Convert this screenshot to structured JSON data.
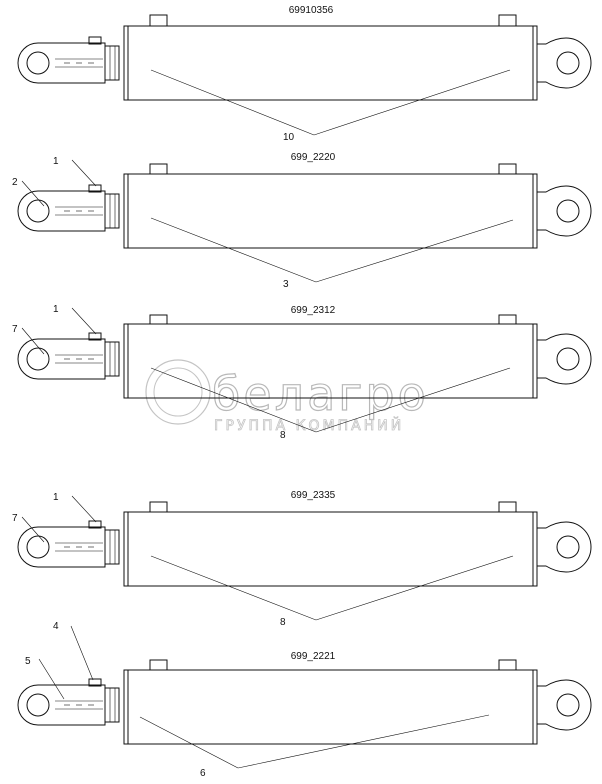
{
  "corner_mark": "",
  "cylinders": [
    {
      "code": "69910356",
      "leader_labels": [],
      "bottom_label": "10"
    },
    {
      "code": "699_2220",
      "leader_labels": [
        "1",
        "2"
      ],
      "bottom_label": "3"
    },
    {
      "code": "699_2312",
      "leader_labels": [
        "1",
        "7"
      ],
      "bottom_label": "8"
    },
    {
      "code": "699_2335",
      "leader_labels": [
        "1",
        "7"
      ],
      "bottom_label": "8"
    },
    {
      "code": "699_2221",
      "leader_labels": [
        "4",
        "5"
      ],
      "bottom_label": "6"
    }
  ],
  "watermark": {
    "brand": "белагро",
    "subtitle": "ГРУППА КОМПАНИЙ"
  }
}
